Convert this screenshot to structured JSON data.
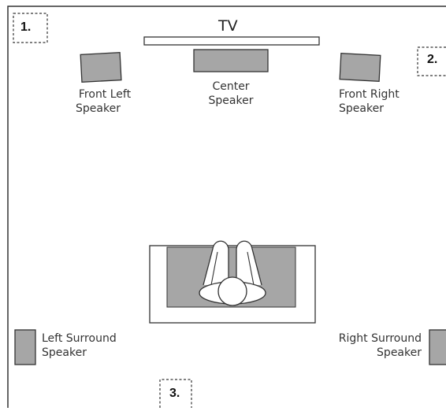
{
  "tv": {
    "label": "TV"
  },
  "speakers": {
    "front_left": {
      "line1": "Front Left",
      "line2": "Speaker"
    },
    "center": {
      "line1": "Center",
      "line2": "Speaker"
    },
    "front_right": {
      "line1": "Front Right",
      "line2": "Speaker"
    },
    "left_surround": {
      "line1": "Left Surround",
      "line2": "Speaker"
    },
    "right_surround": {
      "line1": "Right Surround",
      "line2": "Speaker"
    }
  },
  "positions": {
    "p1": "1.",
    "p2": "2.",
    "p3": "3."
  },
  "colors": {
    "speaker_fill": "#a6a6a6",
    "outline": "#333333",
    "sofa_fill": "#a6a6a6"
  }
}
